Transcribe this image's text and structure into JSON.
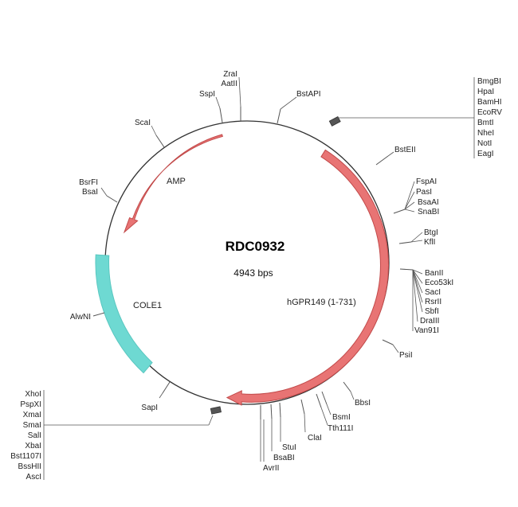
{
  "plasmid": {
    "name": "RDC0932",
    "size_label": "4943 bps"
  },
  "features": {
    "amp": "AMP",
    "cole1": "COLE1",
    "hgpr": "hGPR149 (1-731)"
  },
  "sites": {
    "zral": "ZraI",
    "aatii": "AatII",
    "sspi": "SspI",
    "bstapi": "BstAPI",
    "scai": "ScaI",
    "bsteii": "BstEII",
    "bsrfi": "BsrFI",
    "bsai": "BsaI",
    "fspai": "FspAI",
    "pasi": "PasI",
    "bsaai": "BsaAI",
    "snabi": "SnaBI",
    "btgi": "BtgI",
    "kfli": "KflI",
    "banii": "BanII",
    "eco53ki": "Eco53kI",
    "saci": "SacI",
    "rsrii": "RsrII",
    "sbfi": "SbfI",
    "draiii": "DraIII",
    "van91i": "Van91I",
    "psii": "PsiI",
    "alwni": "AlwNI",
    "bbsi": "BbsI",
    "bsmi": "BsmI",
    "tth111i": "Tth111I",
    "clai": "ClaI",
    "stui": "StuI",
    "bsabi": "BsaBI",
    "avrii": "AvrII",
    "sapi": "SapI"
  },
  "mcs_right": [
    "BmgBI",
    "HpaI",
    "BamHI",
    "EcoRV",
    "BmtI",
    "NheI",
    "NotI",
    "EagI"
  ],
  "mcs_left": [
    "XhoI",
    "PspXI",
    "XmaI",
    "SmaI",
    "SalI",
    "XbaI",
    "Bst1107I",
    "BssHII",
    "AscI"
  ],
  "colors": {
    "arrow_fill": "#e87474",
    "arrow_stroke": "#c24a4a",
    "cole1": "#6ed9d2",
    "backbone": "#333333"
  }
}
